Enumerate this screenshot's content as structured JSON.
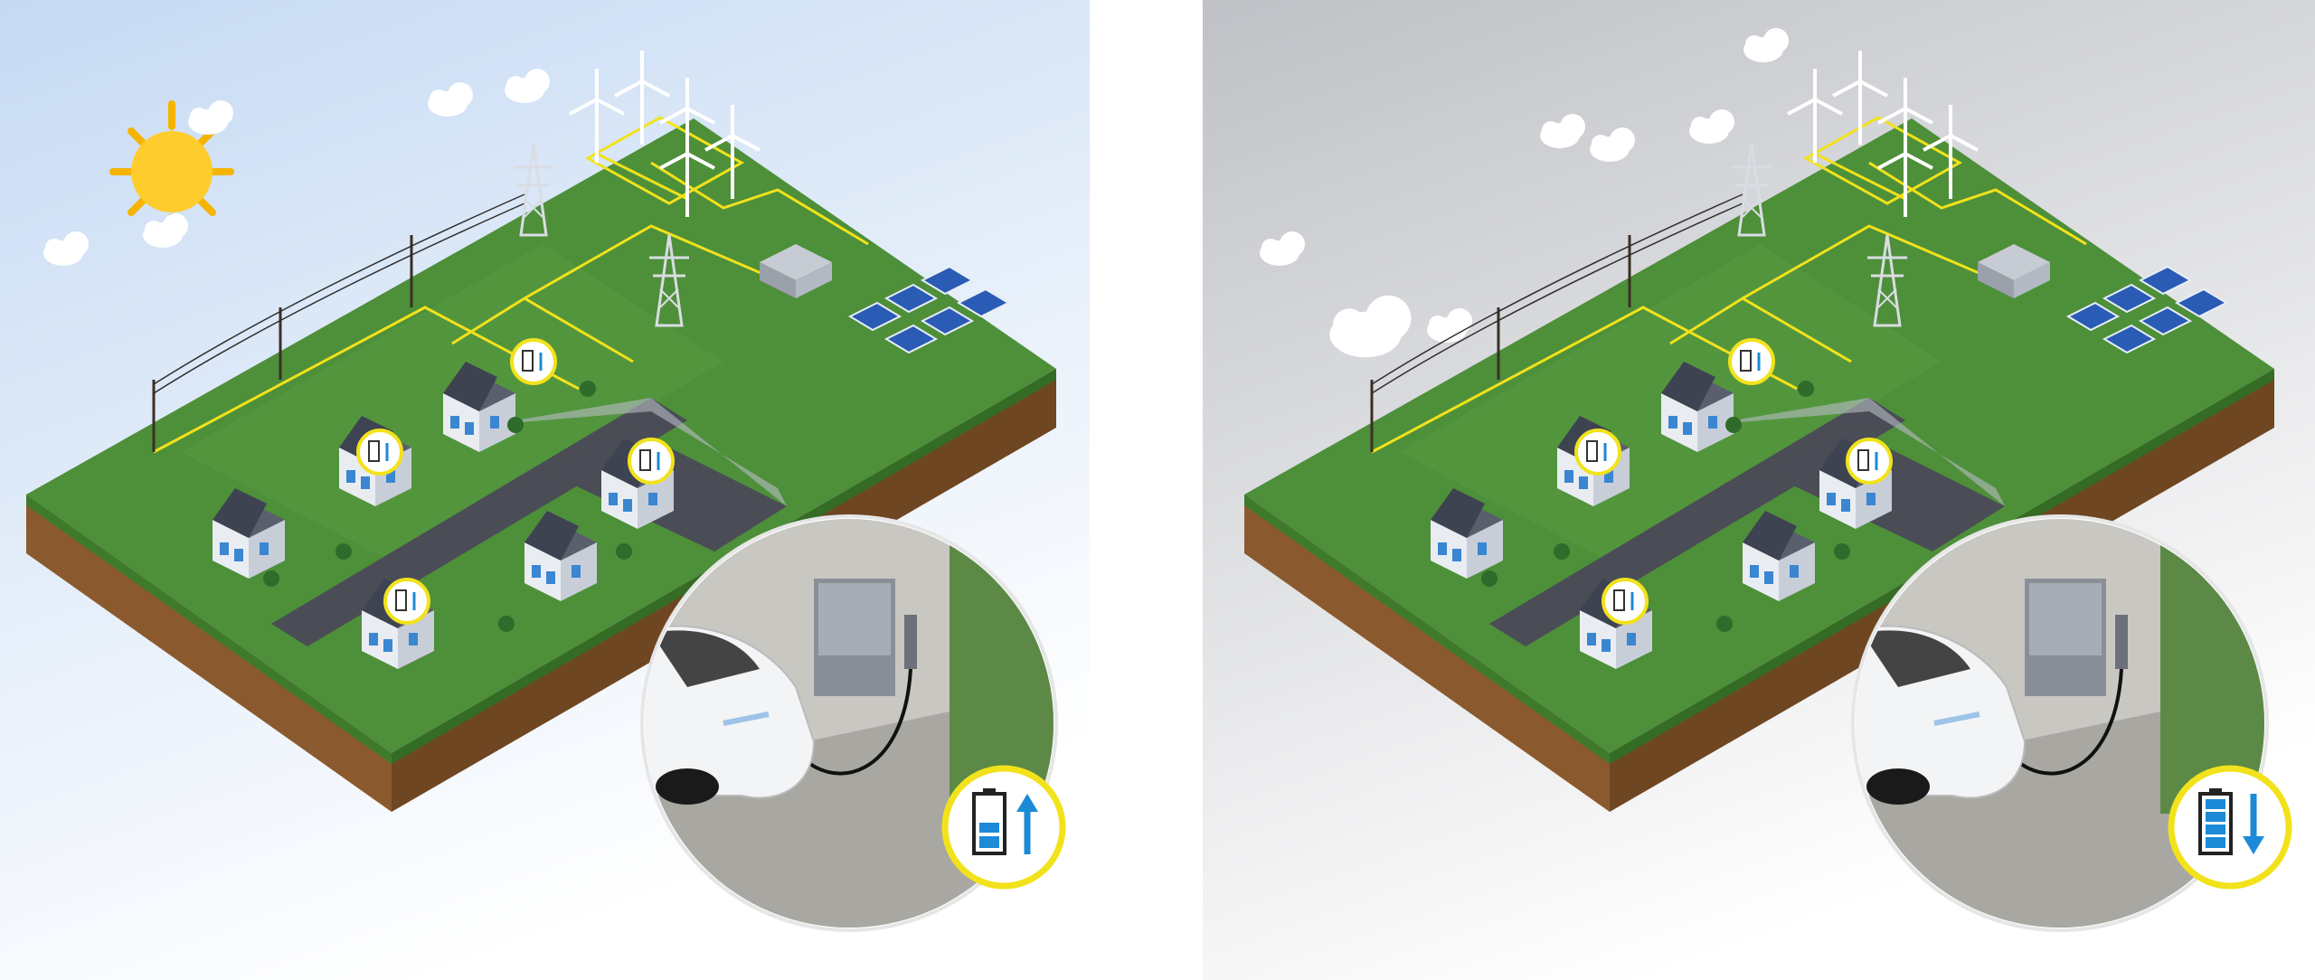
{
  "panels": [
    {
      "id": "charging",
      "sky_top": "#c9dcf3",
      "sky_bottom": "#ffffff",
      "battery_level": 0.35,
      "flow_direction": "up",
      "sun_visible": true
    },
    {
      "id": "discharging",
      "sky_top": "#c4c6cb",
      "sky_bottom": "#ffffff",
      "battery_level": 1.0,
      "flow_direction": "down",
      "sun_visible": false
    }
  ],
  "colors": {
    "grass": "#4e8f3a",
    "soil": "#8a5a2e",
    "power_line": "#f2e21b",
    "arrow_blue": "#1c8ad6",
    "badge_ring": "#f2e21b"
  },
  "icons": [
    "sun-icon",
    "cloud-icon",
    "wind-turbine-icon",
    "transmission-tower-icon",
    "solar-panel-icon",
    "house-icon",
    "battery-icon",
    "arrow-up-icon",
    "arrow-down-icon",
    "electric-car-icon",
    "wallbox-charger-icon"
  ]
}
